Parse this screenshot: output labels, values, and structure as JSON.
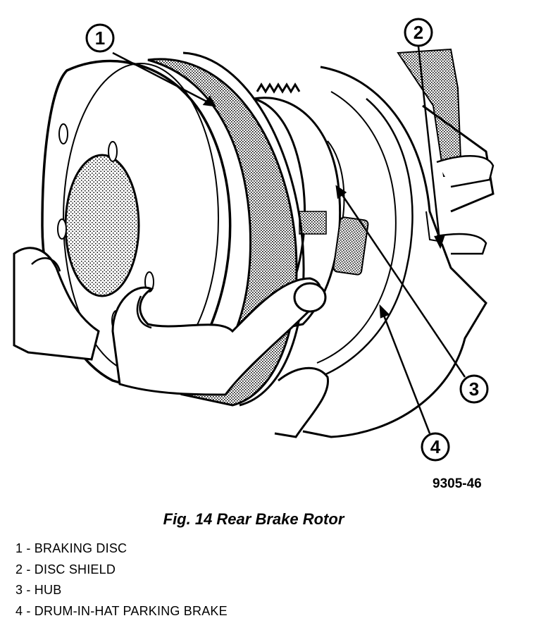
{
  "callouts": [
    {
      "number": "1"
    },
    {
      "number": "2"
    },
    {
      "number": "3"
    },
    {
      "number": "4"
    }
  ],
  "figure_code": "9305-46",
  "figure_title": "Fig. 14 Rear Brake Rotor",
  "legend": [
    "1 - BRAKING DISC",
    "2 - DISC SHIELD",
    "3 - HUB",
    "4 - DRUM-IN-HAT PARKING BRAKE"
  ]
}
